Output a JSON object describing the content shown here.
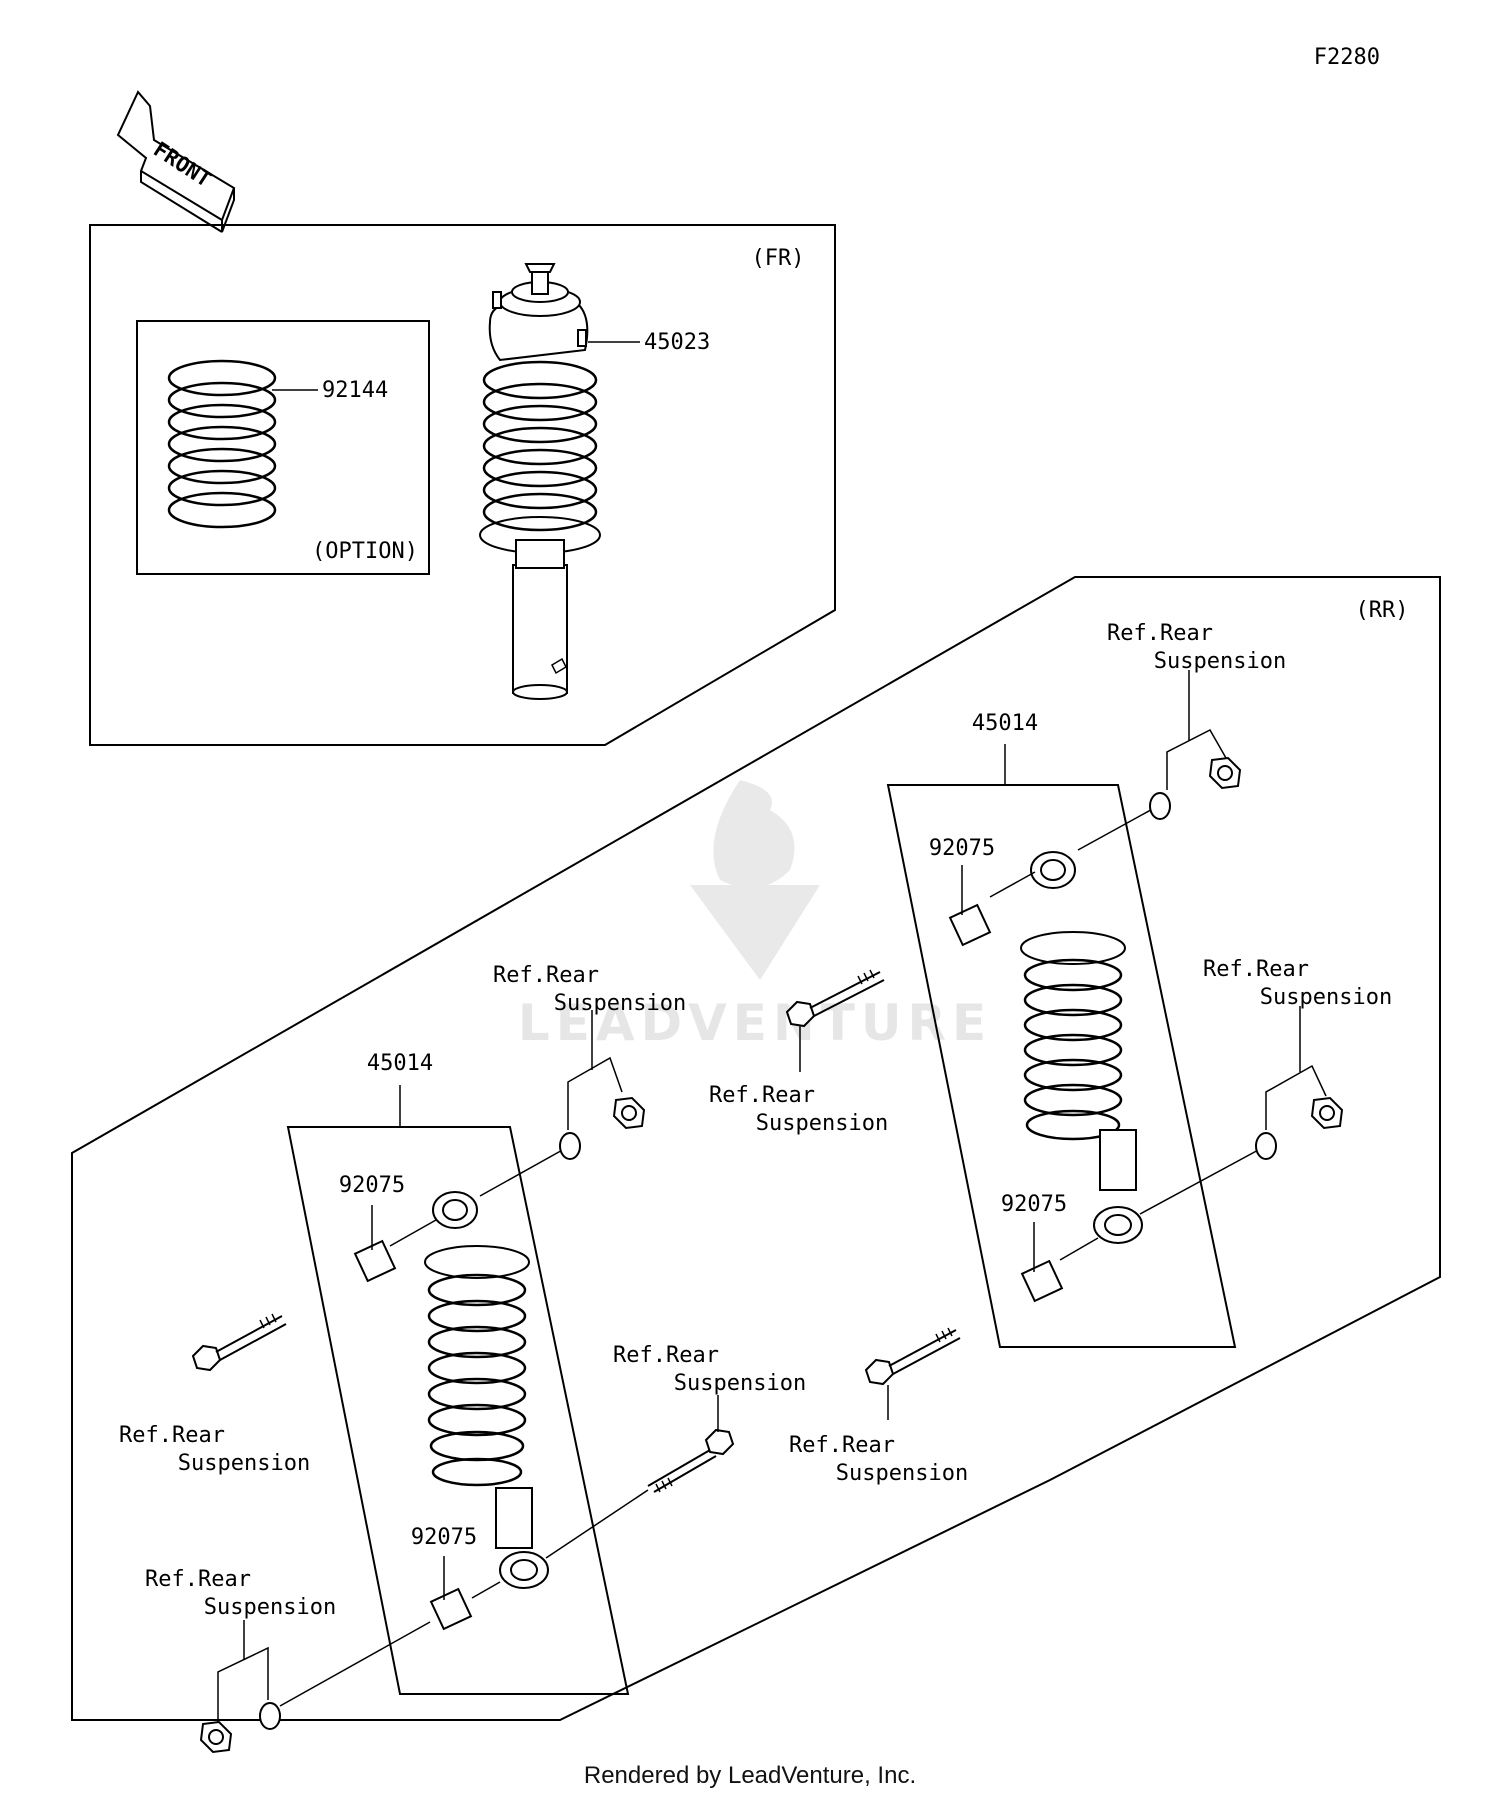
{
  "figure_id": "F2280",
  "front_label": "FRONT",
  "watermark": "LEADVENTURE",
  "footer": "Rendered by LeadVenture, Inc.",
  "front_box": {
    "tag": "(FR)",
    "option_tag": "(OPTION)",
    "parts": {
      "spring": "92144",
      "shock": "45023"
    }
  },
  "rear_box": {
    "tag": "(RR)",
    "ref_line1": "Ref.Rear",
    "ref_line2": "Suspension",
    "left_shock": {
      "assembly": "45014",
      "upper_bushing": "92075",
      "lower_bushing": "92075"
    },
    "right_shock": {
      "assembly": "45014",
      "upper_bushing": "92075",
      "lower_bushing": "92075"
    }
  }
}
